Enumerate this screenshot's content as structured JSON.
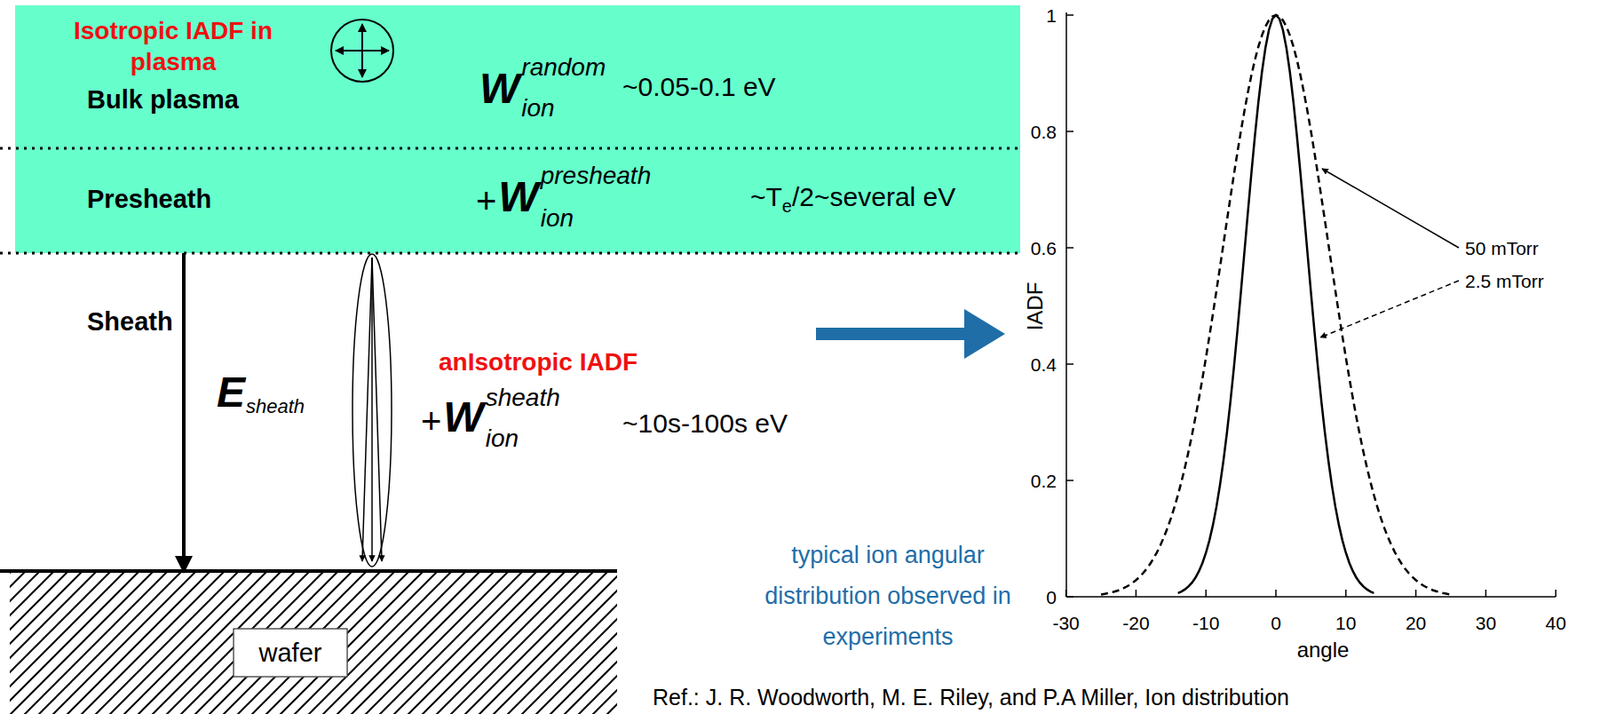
{
  "diagram": {
    "nodes": [
      {
        "text": [
          "Bulk plasma"
        ]
      },
      {
        "text": [
          "Presheath"
        ]
      },
      {
        "text": [
          "wafer"
        ]
      }
    ],
    "edges": [
      {
        "from": 1,
        "to": 2,
        "arrow": "to"
      }
    ],
    "labels": [
      "Isotropic IADF in plasma",
      "W",
      "random",
      "ion",
      "~0.05-0.1 eV",
      "+",
      "W",
      "presheath",
      "ion",
      "~T",
      "e",
      "/2~several eV",
      "Sheath",
      "E",
      "sheath",
      "anIsotropic IADF",
      "+",
      "W",
      "sheath",
      "ion",
      "~10s-100s eV",
      "typical ion angular distribution observed in experiments",
      "1",
      "0.8",
      "0.6",
      "0.4",
      "0.2",
      "0",
      "-30",
      "-20",
      "-10",
      "0",
      "10",
      "20",
      "30",
      "40",
      "IADF",
      "angle",
      "50 mTorr",
      "2.5 mTorr",
      "Ref.: J. R. Woodworth, M. E. Riley, and P.A Miller, Ion distribution"
    ]
  }
}
